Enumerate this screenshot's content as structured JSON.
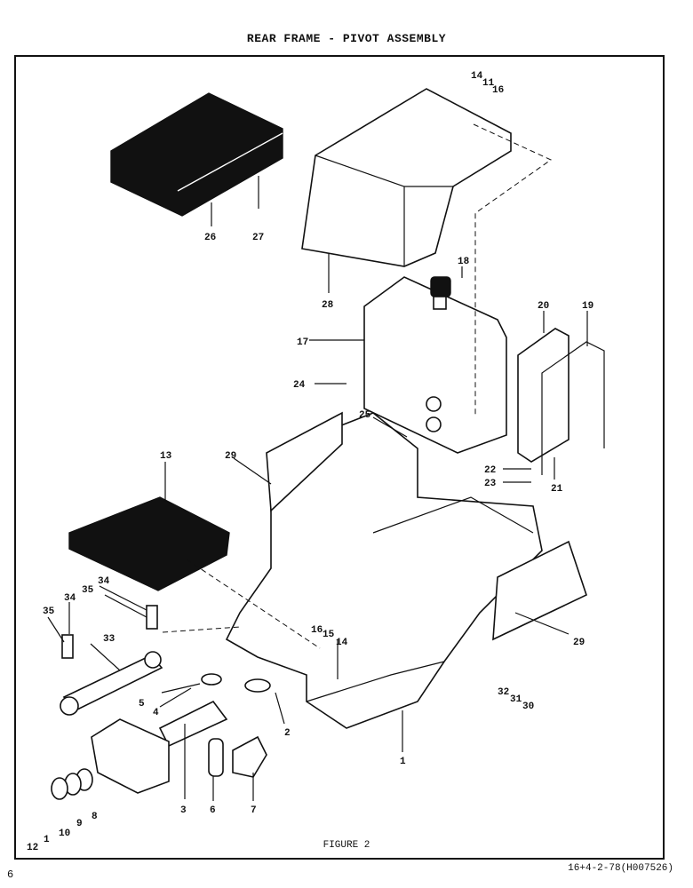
{
  "header": {
    "title": "REAR FRAME - PIVOT ASSEMBLY"
  },
  "figure": {
    "caption": "FIGURE 2"
  },
  "footer": {
    "page_number": "6",
    "document_code": "16+4-2-78(H007526)"
  },
  "callouts": [
    "1",
    "2",
    "3",
    "4",
    "5",
    "6",
    "7",
    "8",
    "9",
    "10",
    "1",
    "12",
    "13",
    "14",
    "11",
    "16",
    "17",
    "18",
    "19",
    "20",
    "21",
    "22",
    "23",
    "24",
    "25",
    "26",
    "27",
    "28",
    "29",
    "29",
    "30",
    "31",
    "32",
    "33",
    "34",
    "34",
    "35",
    "35",
    "16",
    "15",
    "14"
  ]
}
